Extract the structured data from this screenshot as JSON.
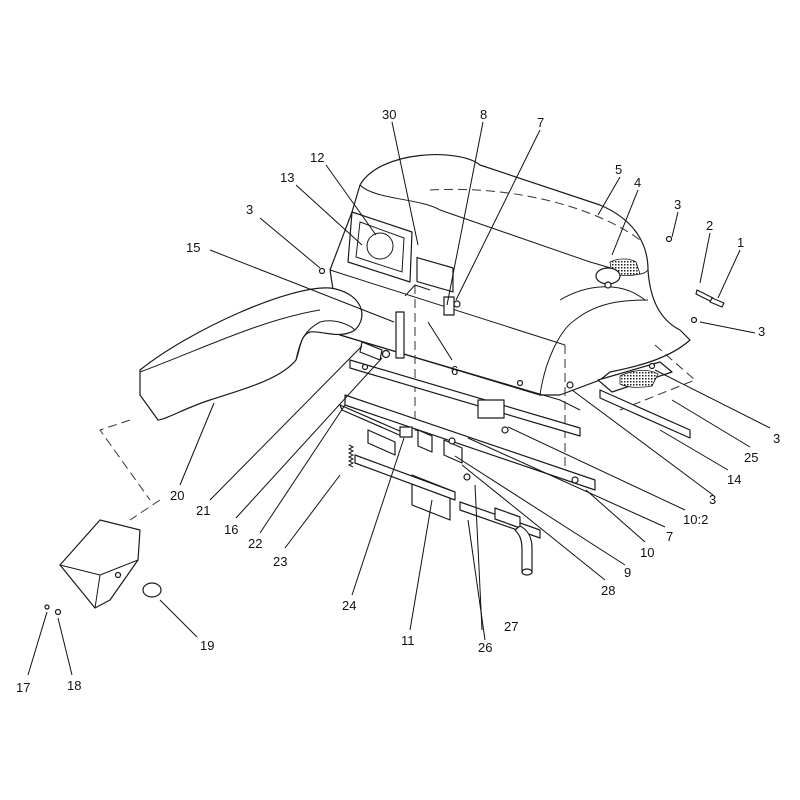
{
  "callouts": [
    {
      "id": "c30",
      "text": "30"
    },
    {
      "id": "c8",
      "text": "8"
    },
    {
      "id": "c7a",
      "text": "7"
    },
    {
      "id": "c12",
      "text": "12"
    },
    {
      "id": "c5",
      "text": "5"
    },
    {
      "id": "c13",
      "text": "13"
    },
    {
      "id": "c4",
      "text": "4"
    },
    {
      "id": "c3a",
      "text": "3"
    },
    {
      "id": "c3b",
      "text": "3"
    },
    {
      "id": "c2",
      "text": "2"
    },
    {
      "id": "c1",
      "text": "1"
    },
    {
      "id": "c15",
      "text": "15"
    },
    {
      "id": "c3c",
      "text": "3"
    },
    {
      "id": "c6",
      "text": "6"
    },
    {
      "id": "c3d",
      "text": "3"
    },
    {
      "id": "c25",
      "text": "25"
    },
    {
      "id": "c14",
      "text": "14"
    },
    {
      "id": "c3e",
      "text": "3"
    },
    {
      "id": "c10_2",
      "text": "10:2"
    },
    {
      "id": "c7b",
      "text": "7"
    },
    {
      "id": "c10",
      "text": "10"
    },
    {
      "id": "c9",
      "text": "9"
    },
    {
      "id": "c28",
      "text": "28"
    },
    {
      "id": "c20",
      "text": "20"
    },
    {
      "id": "c21",
      "text": "21"
    },
    {
      "id": "c16",
      "text": "16"
    },
    {
      "id": "c22",
      "text": "22"
    },
    {
      "id": "c23",
      "text": "23"
    },
    {
      "id": "c24",
      "text": "24"
    },
    {
      "id": "c11",
      "text": "11"
    },
    {
      "id": "c27",
      "text": "27"
    },
    {
      "id": "c26",
      "text": "26"
    },
    {
      "id": "c19",
      "text": "19"
    },
    {
      "id": "c17",
      "text": "17"
    },
    {
      "id": "c18",
      "text": "18"
    }
  ]
}
